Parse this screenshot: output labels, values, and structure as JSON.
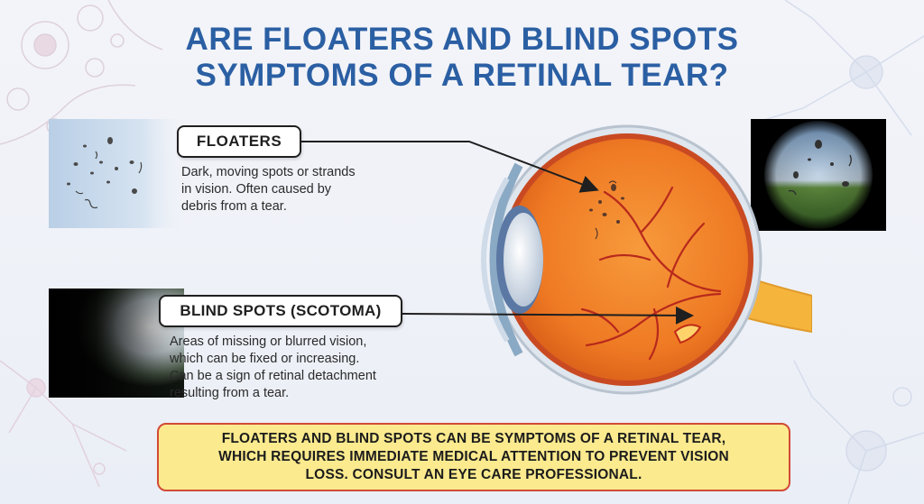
{
  "title": {
    "line1": "ARE FLOATERS AND BLIND SPOTS",
    "line2": "SYMPTOMS OF A RETINAL TEAR?"
  },
  "floaters": {
    "heading": "FLOATERS",
    "description": [
      "Dark, moving spots or strands",
      "in vision. Often caused by",
      "debris from a tear."
    ]
  },
  "blind_spots": {
    "heading": "BLIND SPOTS (SCOTOMA)",
    "description": [
      "Areas of missing or blurred vision,",
      "which can be fixed or increasing.",
      "Can be a sign of retinal detachment",
      "resulting from a tear."
    ]
  },
  "banner": {
    "lines": [
      "FLOATERS AND BLIND SPOTS CAN BE SYMPTOMS OF A RETINAL TEAR,",
      "WHICH REQUIRES IMMEDIATE MEDICAL ATTENTION TO PREVENT VISION",
      "LOSS. CONSULT AN EYE CARE PROFESSIONAL."
    ]
  },
  "icons": {
    "eye": "eye-cross-section-icon",
    "floaters_view": "floaters-vision-icon",
    "blind_spot_view": "blind-spot-vision-icon",
    "circular_view": "circular-vision-icon"
  },
  "colors": {
    "title": "#2b5fa3",
    "banner_bg": "#fbea8e",
    "banner_border": "#d24a36",
    "eye_orange": "#f2792a",
    "vessel_red": "#b8291c"
  }
}
